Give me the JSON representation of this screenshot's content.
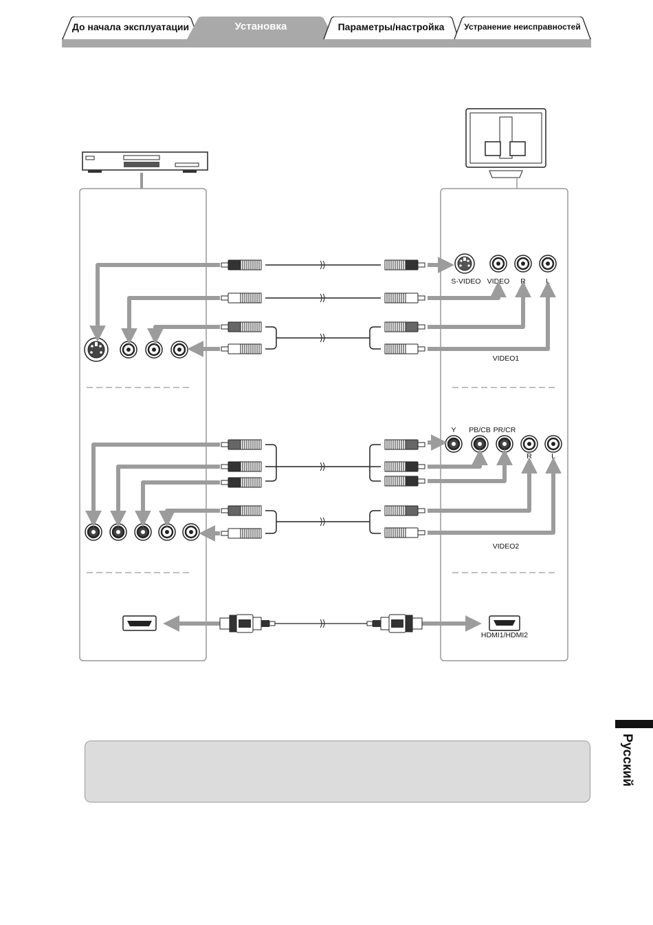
{
  "tabs": [
    {
      "label": "До начала эксплуатации",
      "active": false
    },
    {
      "label": "Установка",
      "active": true
    },
    {
      "label": "Параметры/настройка",
      "active": false
    },
    {
      "label": "Устранение неисправностей",
      "active": false
    }
  ],
  "diagram": {
    "video1": {
      "title": "VIDEO1",
      "ports": [
        "S-VIDEO",
        "VIDEO",
        "R",
        "L"
      ]
    },
    "video2": {
      "title": "VIDEO2",
      "ports": [
        "Y",
        "PB/CB",
        "PR/CR",
        "R",
        "L"
      ]
    },
    "hdmi": {
      "port": "HDMI1/HDMI2"
    }
  },
  "language_tab": "Русский",
  "colors": {
    "tab_active": "#a9a9a9",
    "cable_arrow": "#9c9c9c",
    "note_bg": "#dcdcdc",
    "language_bar": "#111111"
  }
}
